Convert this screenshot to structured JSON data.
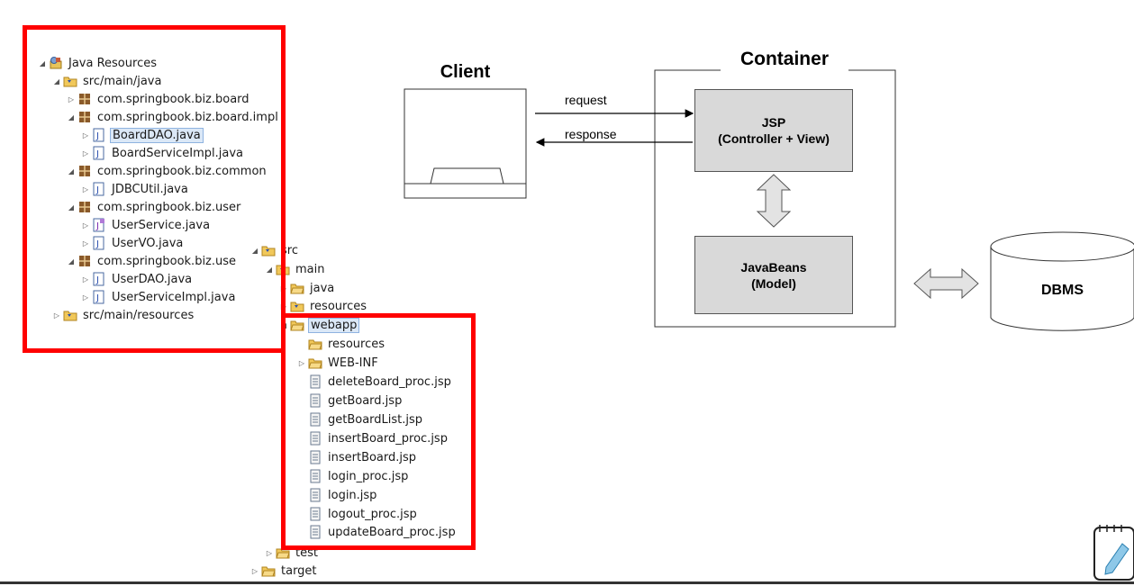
{
  "left_tree": {
    "rows": [
      {
        "text": "Java Resources",
        "twisty": "open",
        "icon": "java-resources-icon",
        "selected": false
      },
      {
        "text": "src/main/java",
        "twisty": "open",
        "icon": "source-folder-icon",
        "selected": false
      },
      {
        "text": "com.springbook.biz.board",
        "twisty": "closed",
        "icon": "package-icon",
        "selected": false
      },
      {
        "text": "com.springbook.biz.board.impl",
        "twisty": "open",
        "icon": "package-icon",
        "selected": false
      },
      {
        "text": "BoardDAO.java",
        "twisty": "closed",
        "icon": "java-file-icon",
        "selected": true
      },
      {
        "text": "BoardServiceImpl.java",
        "twisty": "closed",
        "icon": "java-file-icon",
        "selected": false
      },
      {
        "text": "com.springbook.biz.common",
        "twisty": "open",
        "icon": "package-icon",
        "selected": false
      },
      {
        "text": "JDBCUtil.java",
        "twisty": "closed",
        "icon": "java-file-icon",
        "selected": false
      },
      {
        "text": "com.springbook.biz.user",
        "twisty": "open",
        "icon": "package-icon",
        "selected": false
      },
      {
        "text": "UserService.java",
        "twisty": "closed",
        "icon": "java-interface-icon",
        "selected": false
      },
      {
        "text": "UserVO.java",
        "twisty": "closed",
        "icon": "java-file-icon",
        "selected": false
      },
      {
        "text": "com.springbook.biz.use",
        "twisty": "open",
        "icon": "package-icon",
        "selected": false
      },
      {
        "text": "UserDAO.java",
        "twisty": "closed",
        "icon": "java-file-icon",
        "selected": false
      },
      {
        "text": "UserServiceImpl.java",
        "twisty": "closed",
        "icon": "java-file-icon",
        "selected": false
      },
      {
        "text": "src/main/resources",
        "twisty": "closed",
        "icon": "source-folder-icon",
        "selected": false
      }
    ]
  },
  "right_tree": {
    "rows": [
      {
        "text": "src",
        "twisty": "open",
        "icon": "source-folder-icon",
        "selected": false
      },
      {
        "text": "main",
        "twisty": "open",
        "icon": "source-folder-icon",
        "selected": false
      },
      {
        "text": "java",
        "twisty": "closed",
        "icon": "folder-icon",
        "selected": false
      },
      {
        "text": "resources",
        "twisty": "closed",
        "icon": "source-folder-icon",
        "selected": false
      },
      {
        "text": "webapp",
        "twisty": "open",
        "icon": "folder-icon",
        "selected": true
      },
      {
        "text": "resources",
        "twisty": "none",
        "icon": "folder-icon",
        "selected": false
      },
      {
        "text": "WEB-INF",
        "twisty": "closed",
        "icon": "folder-icon",
        "selected": false
      },
      {
        "text": "deleteBoard_proc.jsp",
        "twisty": "none",
        "icon": "jsp-file-icon",
        "selected": false
      },
      {
        "text": "getBoard.jsp",
        "twisty": "none",
        "icon": "jsp-file-icon",
        "selected": false
      },
      {
        "text": "getBoardList.jsp",
        "twisty": "none",
        "icon": "jsp-file-icon",
        "selected": false
      },
      {
        "text": "insertBoard_proc.jsp",
        "twisty": "none",
        "icon": "jsp-file-icon",
        "selected": false
      },
      {
        "text": "insertBoard.jsp",
        "twisty": "none",
        "icon": "jsp-file-icon",
        "selected": false
      },
      {
        "text": "login_proc.jsp",
        "twisty": "none",
        "icon": "jsp-file-icon",
        "selected": false
      },
      {
        "text": "login.jsp",
        "twisty": "none",
        "icon": "jsp-file-icon",
        "selected": false
      },
      {
        "text": "logout_proc.jsp",
        "twisty": "none",
        "icon": "jsp-file-icon",
        "selected": false
      },
      {
        "text": "updateBoard_proc.jsp",
        "twisty": "none",
        "icon": "jsp-file-icon",
        "selected": false
      },
      {
        "text": "test",
        "twisty": "closed",
        "icon": "folder-icon",
        "selected": false
      },
      {
        "text": "target",
        "twisty": "closed",
        "icon": "folder-icon",
        "selected": false
      }
    ]
  },
  "diagram": {
    "client_label": "Client",
    "container_label": "Container",
    "request_label": "request",
    "response_label": "response",
    "jsp_line1": "JSP",
    "jsp_line2": "(Controller + View)",
    "beans_line1": "JavaBeans",
    "beans_line2": "(Model)",
    "dbms_label": "DBMS"
  },
  "colors": {
    "highlight": "#ff0000",
    "box_fill": "#d9d9d9",
    "selection": "#dbe8f7"
  }
}
